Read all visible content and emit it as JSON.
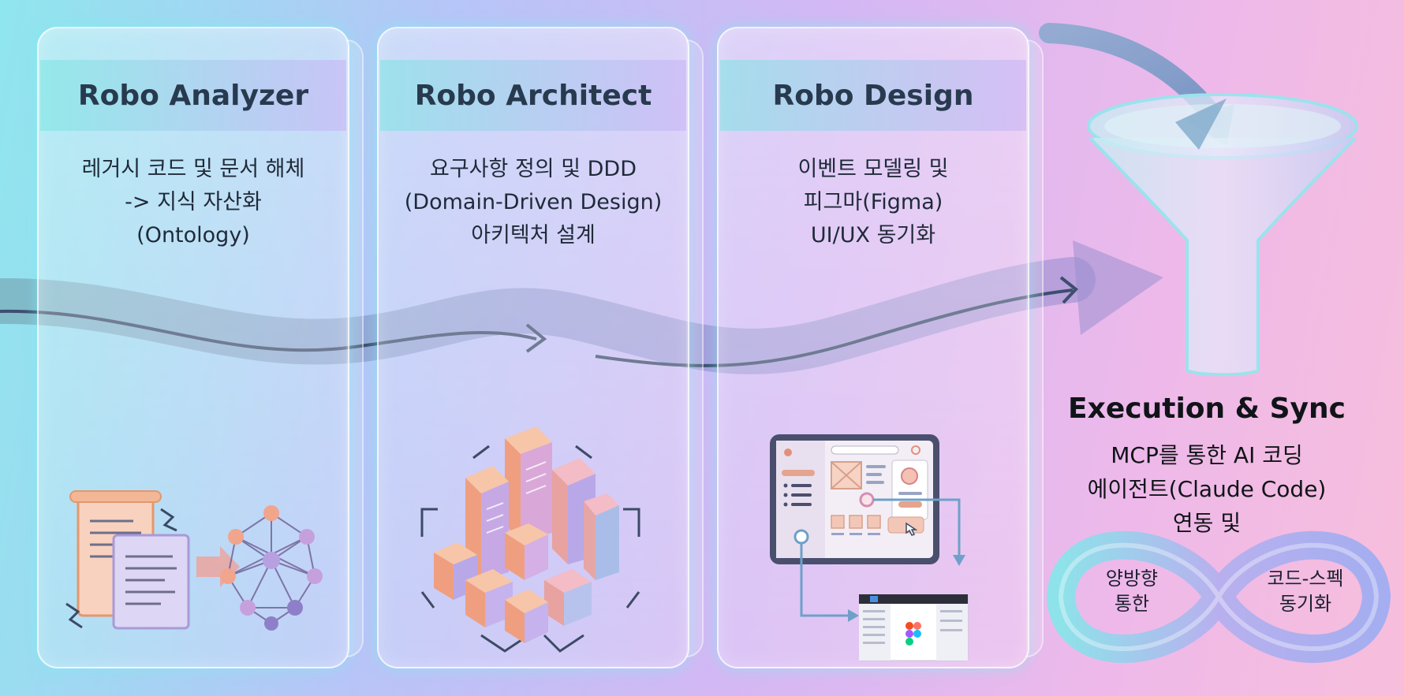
{
  "panels": [
    {
      "title": "Robo Analyzer",
      "desc": [
        "레거시 코드 및 문서 해체",
        "-> 지식 자산화",
        "(Ontology)"
      ],
      "icons": [
        "legacy-document-icon",
        "ontology-network-icon"
      ]
    },
    {
      "title": "Robo Architect",
      "desc": [
        "요구사항 정의 및 DDD",
        "(Domain-Driven Design)",
        "아키텍처 설계"
      ],
      "icons": [
        "isometric-blocks-icon"
      ]
    },
    {
      "title": "Robo Design",
      "desc": [
        "이벤트 모델링 및",
        "피그마(Figma)",
        "UI/UX 동기화"
      ],
      "icons": [
        "ui-tablet-icon",
        "figma-editor-icon"
      ]
    }
  ],
  "execution": {
    "title": "Execution & Sync",
    "desc": [
      "MCP를 통한 AI 코딩",
      "에이전트(Claude Code)",
      "연동 및"
    ],
    "loop_left": [
      "양방향",
      "통한"
    ],
    "loop_right": [
      "코드-스펙",
      "동기화"
    ]
  },
  "colors": {
    "teal": "#8fe6ee",
    "lavender": "#c9b7f4",
    "pink": "#f7bedb",
    "flow": "#8c9fcf",
    "title_text": "#283a4e"
  }
}
